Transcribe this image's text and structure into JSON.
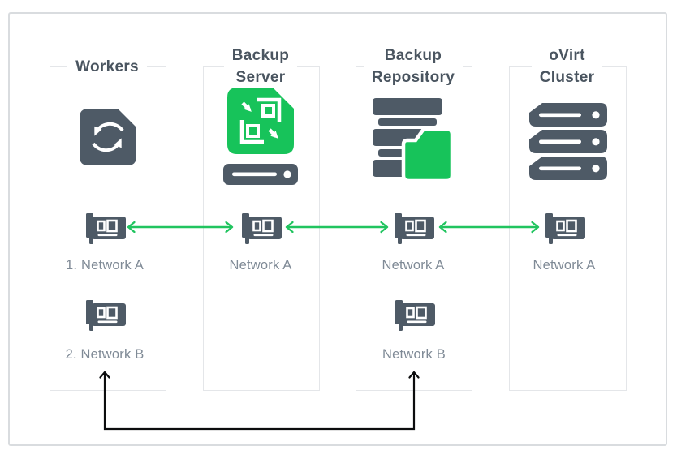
{
  "colors": {
    "icon_dark": "#4e5a66",
    "accent_green": "#17c35a",
    "arrow_green": "#21c45f",
    "title_text": "#4a5560",
    "label_text": "#7f8a96",
    "column_border": "#e4e6e9",
    "frame_border": "#d9dcdf",
    "connector_black": "#0c0d0e"
  },
  "columns": [
    {
      "id": "workers",
      "title": "Workers",
      "icon": "sync-icon",
      "nics": [
        {
          "label": "1. Network A"
        },
        {
          "label": "2. Network B"
        }
      ]
    },
    {
      "id": "backup-server",
      "title": "Backup\nServer",
      "icon": "backup-server-icon",
      "nics": [
        {
          "label": "Network A"
        }
      ]
    },
    {
      "id": "backup-repository",
      "title": "Backup\nRepository",
      "icon": "storage-folder-icon",
      "nics": [
        {
          "label": "Network A"
        },
        {
          "label": "Network B"
        }
      ]
    },
    {
      "id": "ovirt-cluster",
      "title": "oVirt\nCluster",
      "icon": "server-stack-icon",
      "nics": [
        {
          "label": "Network A"
        }
      ]
    }
  ],
  "connections": {
    "network_a_links": [
      "workers <-> backup-server",
      "backup-server <-> backup-repository",
      "backup-repository <-> ovirt-cluster"
    ],
    "network_b_link": "workers <-> backup-repository"
  }
}
